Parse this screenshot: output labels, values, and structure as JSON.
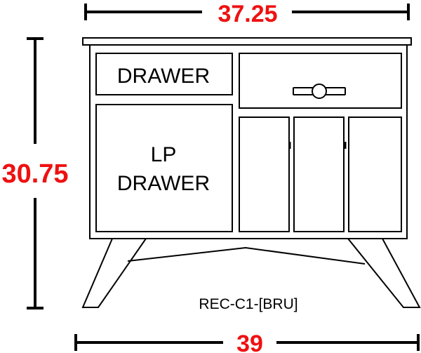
{
  "dimensions": {
    "top_width": "37.25",
    "height": "30.75",
    "bottom_width": "39"
  },
  "compartments": {
    "drawer_label": "DRAWER",
    "lp_drawer_line1": "LP",
    "lp_drawer_line2": "DRAWER"
  },
  "model_code": "REC-C1-[BRU]",
  "colors": {
    "dimension_text": "#ee1111",
    "line": "#000000",
    "background": "#ffffff"
  }
}
